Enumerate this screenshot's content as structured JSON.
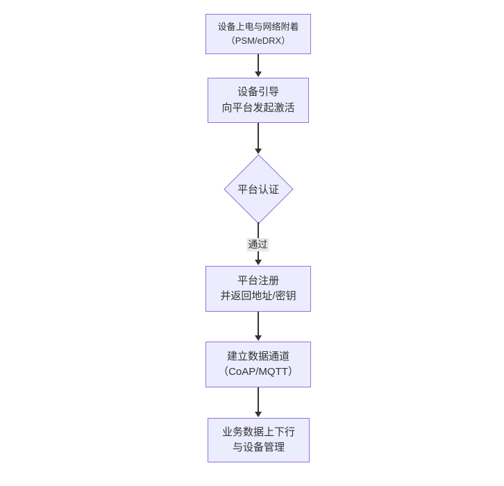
{
  "diagram": {
    "type": "flowchart",
    "direction": "top-down",
    "nodes": [
      {
        "id": "A",
        "shape": "rect",
        "line1": "设备上电与网络附着",
        "line2": "（PSM/eDRX）"
      },
      {
        "id": "B",
        "shape": "rect",
        "line1": "设备引导",
        "line2": "向平台发起激活"
      },
      {
        "id": "C",
        "shape": "diamond",
        "line1": "平台认证",
        "line2": ""
      },
      {
        "id": "D",
        "shape": "rect",
        "line1": "平台注册",
        "line2": "并返回地址/密钥"
      },
      {
        "id": "E",
        "shape": "rect",
        "line1": "建立数据通道",
        "line2": "（CoAP/MQTT）"
      },
      {
        "id": "F",
        "shape": "rect",
        "line1": "业务数据上下行",
        "line2": "与设备管理"
      }
    ],
    "edges": [
      {
        "from": "A",
        "to": "B",
        "label": ""
      },
      {
        "from": "B",
        "to": "C",
        "label": ""
      },
      {
        "from": "C",
        "to": "D",
        "label": "通过"
      },
      {
        "from": "D",
        "to": "E",
        "label": ""
      },
      {
        "from": "E",
        "to": "F",
        "label": ""
      }
    ],
    "colors": {
      "node_fill": "#ECECFF",
      "node_border": "#9370DB",
      "text": "#333333",
      "edge": "#333333",
      "edge_label_bg": "#e8e8e8",
      "background": "#ffffff"
    }
  }
}
